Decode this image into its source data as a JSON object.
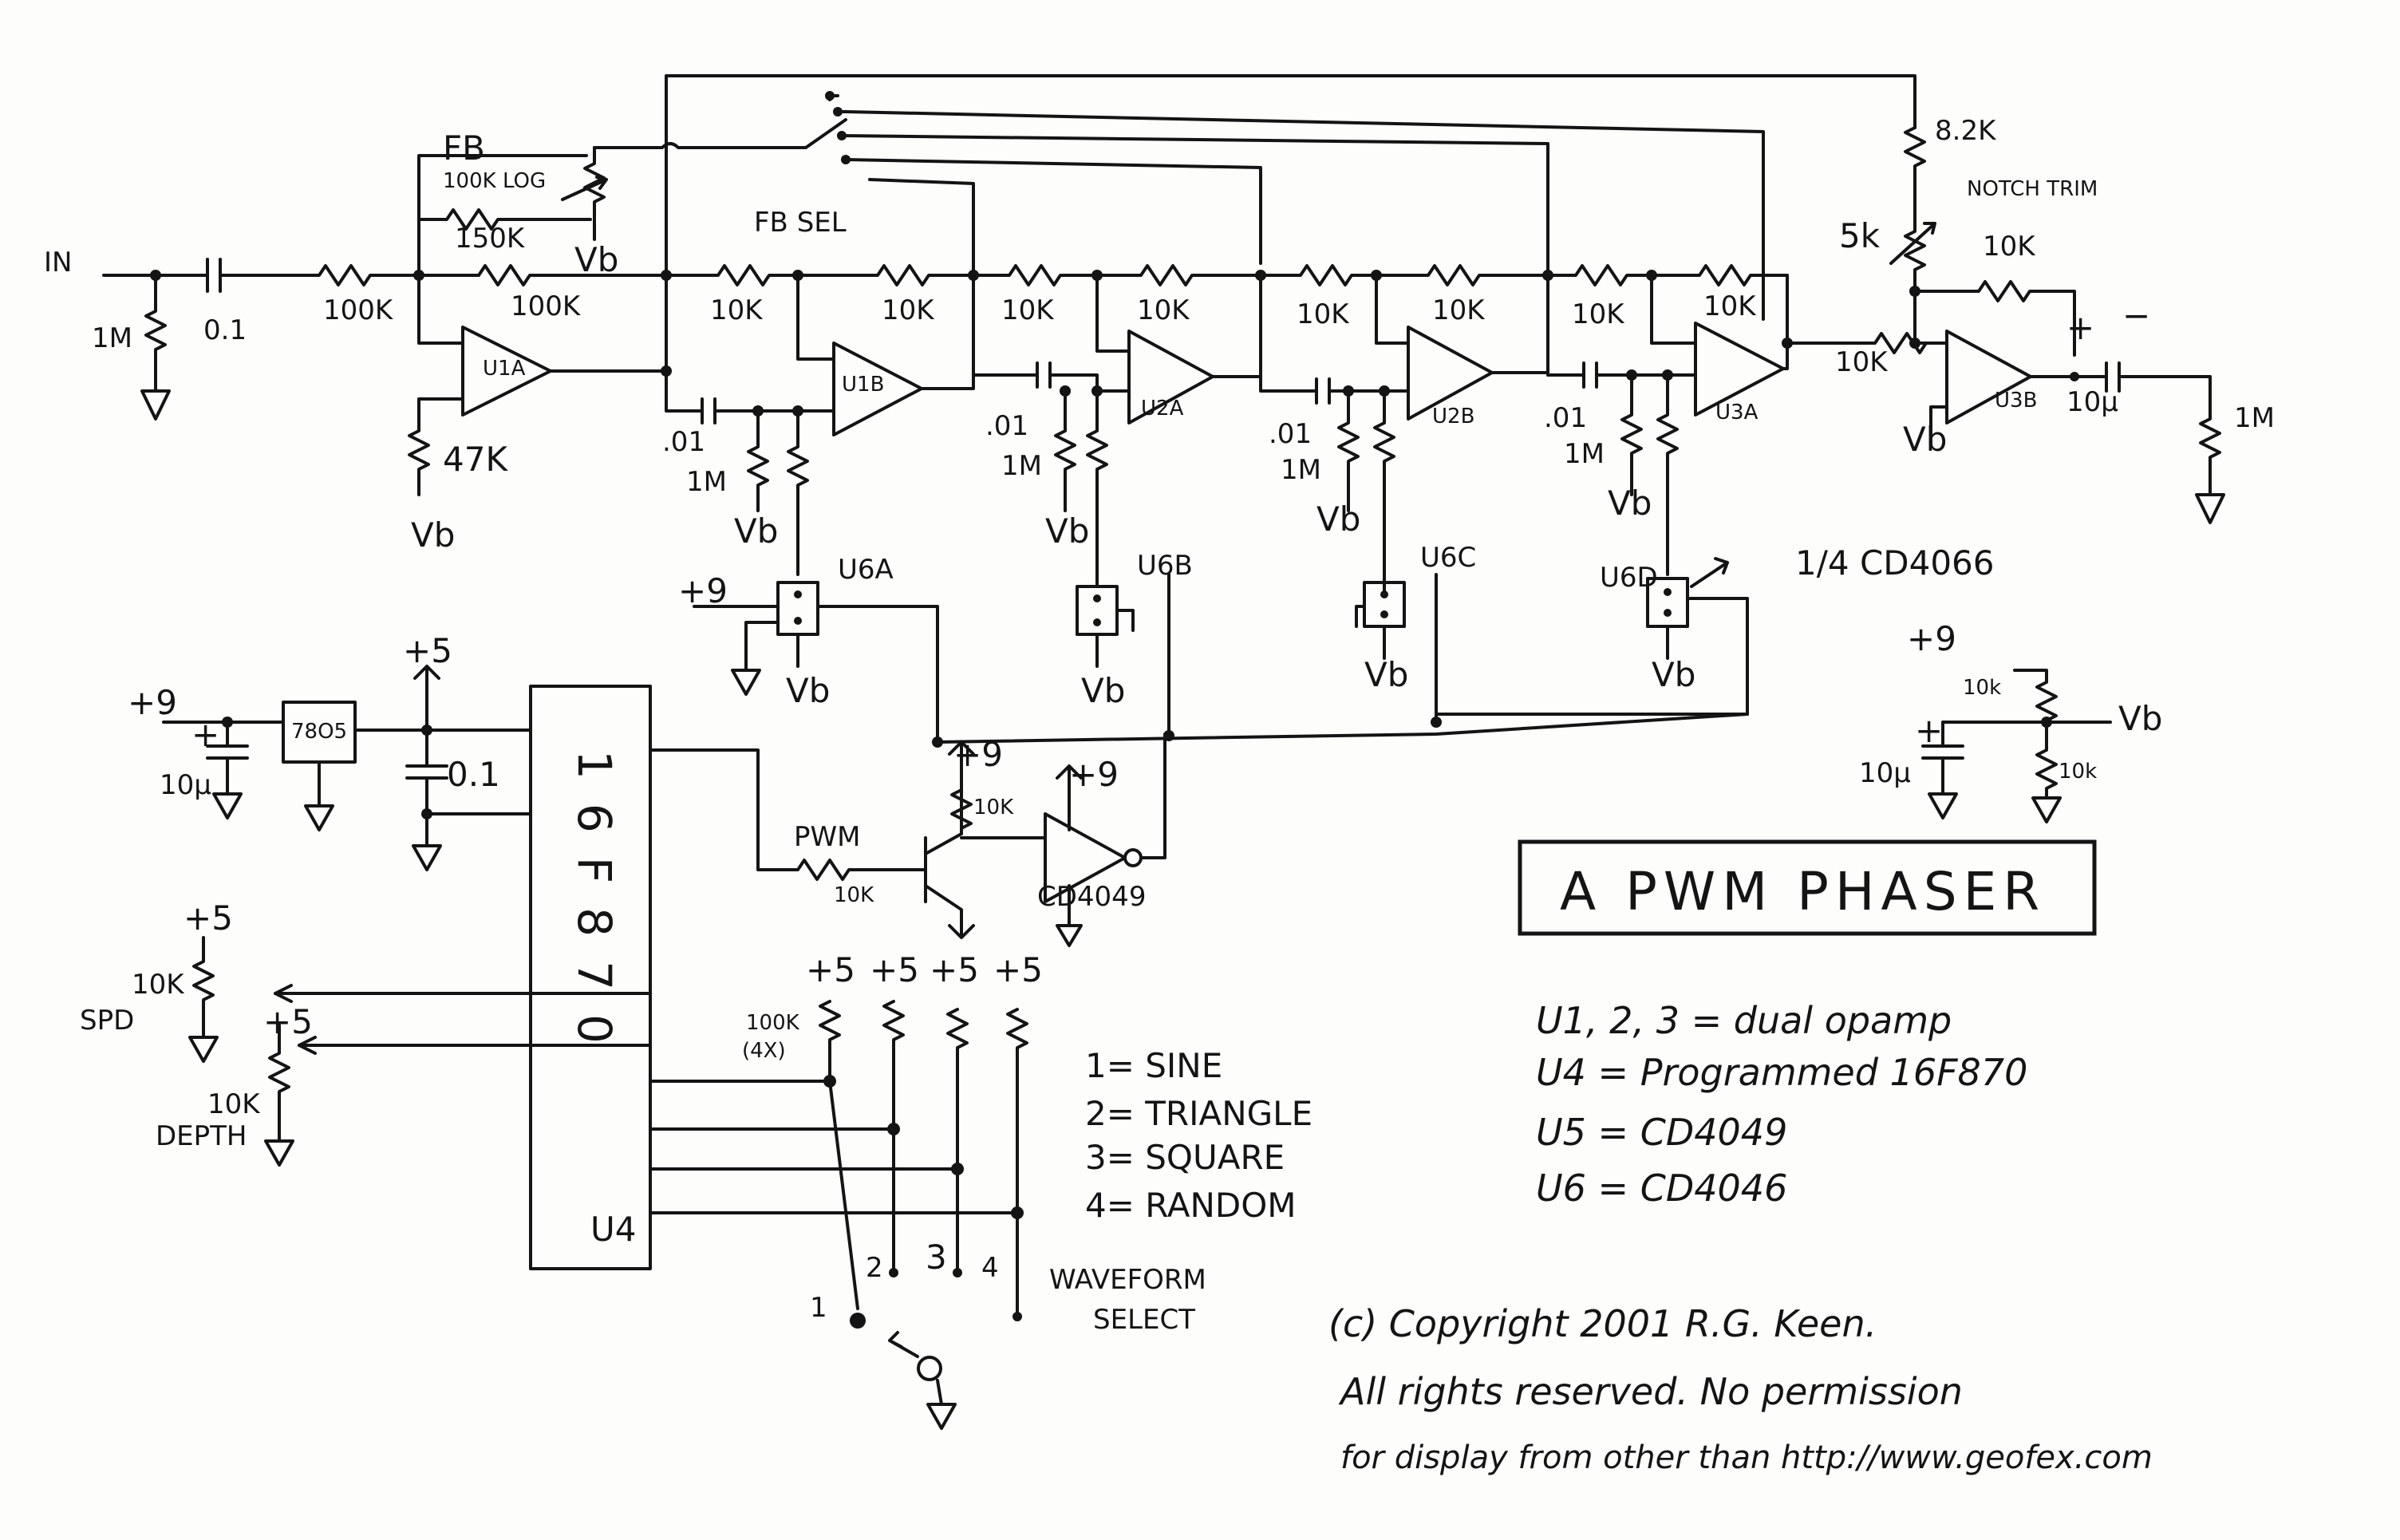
{
  "labels": {
    "in": "IN",
    "r_in": "1M",
    "c_in": "0.1",
    "r_100k_in": "100K",
    "fb": "FB",
    "pot_fb_value": "100K LOG",
    "r_150k": "150K",
    "vb_fb": "Vb",
    "r_100k_fb": "100K",
    "u1a": "U1A",
    "r_47k": "47K",
    "vb_u1a": "Vb",
    "fb_sel": "FB SEL",
    "stage1": {
      "r_a": "10K",
      "r_b": "10K",
      "c": ".01",
      "r_bias": "1M",
      "vb": "Vb",
      "op": "U1B",
      "switch": "U6A",
      "switch_vb": "Vb"
    },
    "stage2": {
      "r_a": "10K",
      "r_b": "10K",
      "c": ".01",
      "r_bias": "1M",
      "vb": "Vb",
      "op": "U2A",
      "switch": "U6B",
      "switch_vb": "Vb"
    },
    "stage3": {
      "r_a": "10K",
      "r_b": "10K",
      "c": ".01",
      "r_bias": "1M",
      "vb": "Vb",
      "op": "U2B",
      "switch": "U6C",
      "switch_vb": "Vb"
    },
    "stage4": {
      "r_a": "10K",
      "r_b": "10K",
      "c": ".01",
      "r_bias": "1M",
      "vb": "Vb",
      "op": "U3A",
      "switch": "U6D",
      "switch_vb": "Vb"
    },
    "plus9_u6a": "+9",
    "cd4066": "1/4 CD4066",
    "r_8k2": "8.2K",
    "notch_trim": "NOTCH TRIM",
    "pot_5k": "5k",
    "r_10k_fb_out": "10K",
    "r_10k_out_in": "10K",
    "u3b": "U3B",
    "vb_u3b": "Vb",
    "c_out_plus": "+",
    "c_out_minus": "−",
    "c_out": "10μ",
    "r_out": "1M",
    "vb_div": {
      "plus9": "+9",
      "r_top": "10k",
      "r_bot": "10k",
      "vb": "Vb",
      "cap": "10μ",
      "cap_plus": "+"
    },
    "supply": {
      "plus9": "+9",
      "plus": "+",
      "cap": "10μ",
      "reg": "78O5",
      "plus5": "+5",
      "cap2": "0.1"
    },
    "mcu_part": "16F870",
    "mcu_ref": "U4",
    "pwm": "PWM",
    "r_pwm_base": "10K",
    "r_pwm_coll": "10K",
    "plus9_q": "+9",
    "plus9_inv": "+9",
    "cd4049": "CD4049",
    "spd_plus5": "+5",
    "spd_pot": "10K",
    "spd": "SPD",
    "depth_plus5": "+5",
    "depth_pot": "10K",
    "depth": "DEPTH",
    "pullups": [
      "+5",
      "+5",
      "+5",
      "+5"
    ],
    "pullup_value": "100K",
    "pullup_count": "(4X)",
    "sel_nums": [
      "1",
      "2",
      "3",
      "4"
    ],
    "waveform_select": [
      "WAVEFORM",
      "SELECT"
    ]
  },
  "legend": [
    "1= SINE",
    "2= TRIANGLE",
    "3= SQUARE",
    "4= RANDOM"
  ],
  "title": "A PWM PHASER",
  "parts_list": [
    "U1, 2, 3 = dual opamp",
    "U4 = Programmed 16F870",
    "U5 = CD4049",
    "U6 = CD4046"
  ],
  "copyright": [
    "(c) Copyright 2001 R.G. Keen.",
    "All rights reserved. No permission",
    "for display from other than http://www.geofex.com"
  ]
}
